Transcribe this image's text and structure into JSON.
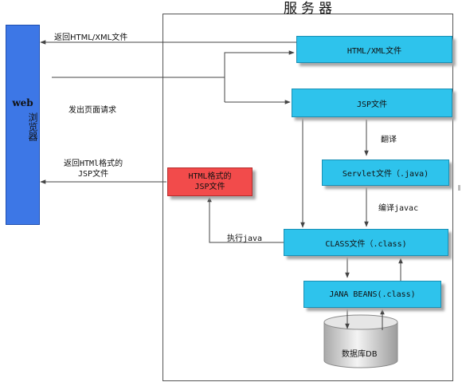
{
  "server": {
    "title": "服务器"
  },
  "browser": {
    "web": "web",
    "cn": "浏览器"
  },
  "boxes": {
    "html_xml": "HTML/XML文件",
    "jsp": "JSP文件",
    "servlet": "Servlet文件（.java)",
    "class_file": "CLASS文件（.class)",
    "beans": "JANA BEANS(.class)",
    "html_jsp_line1": "HTML格式的",
    "html_jsp_line2": "JSP文件",
    "db": "数据库DB"
  },
  "labels": {
    "return_html_xml": "返回HTML/XML文件",
    "send_request": "发出页面请求",
    "return_html_jsp_line1": "返回HTMl格式的",
    "return_html_jsp_line2": "JSP文件",
    "translate": "翻译",
    "compile": "编译javac",
    "execute": "执行java"
  },
  "colors": {
    "browser": "#3d77e6",
    "box": "#2ec3ec",
    "box_red": "#f24b4b"
  }
}
